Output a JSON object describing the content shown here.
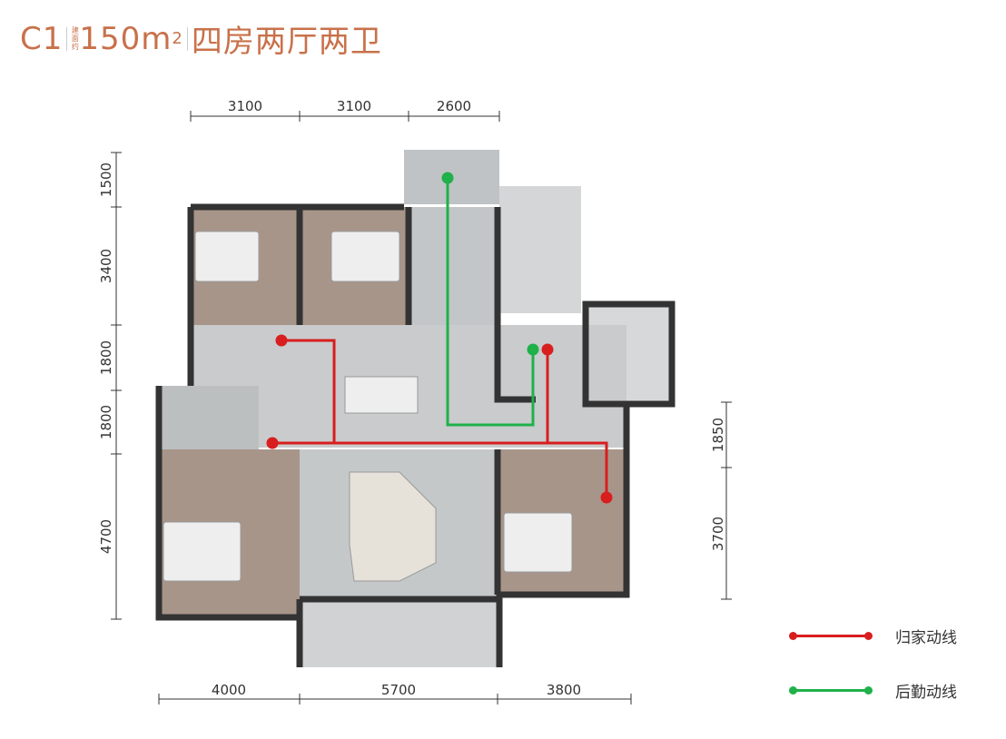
{
  "title": {
    "code": "C1",
    "small": "建面约",
    "area": "150m",
    "sup": "2",
    "layout": "四房两厅两卫"
  },
  "dims": {
    "top": [
      "3100",
      "3100",
      "2600"
    ],
    "left": [
      "1500",
      "3400",
      "1800",
      "1800",
      "4700"
    ],
    "right": [
      "1850",
      "3700"
    ],
    "bottom": [
      "4000",
      "5700",
      "3800"
    ]
  },
  "legend": [
    {
      "label": "归家动线",
      "color": "#d81e1e"
    },
    {
      "label": "后勤动线",
      "color": "#1fb14a"
    }
  ]
}
